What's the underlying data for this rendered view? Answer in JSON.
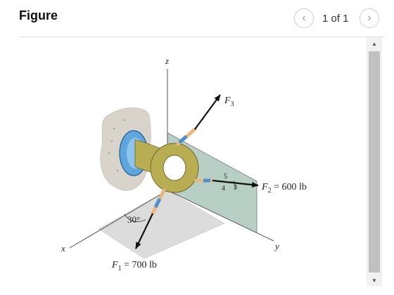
{
  "header": {
    "title": "Figure",
    "page_indicator": "1 of 1",
    "prev_icon": "‹",
    "next_icon": "›"
  },
  "scrollbar": {
    "up_icon": "▲",
    "down_icon": "▼"
  },
  "figure": {
    "axis_z": "z",
    "axis_x": "x",
    "axis_y": "y",
    "angle": "30°",
    "f1_label": "F",
    "f1_sub": "1",
    "f1_value": " = 700 lb",
    "f2_label": "F",
    "f2_sub": "2",
    "f2_value": " = 600 lb",
    "f3_label": "F",
    "f3_sub": "3",
    "tri_hyp": "5",
    "tri_a": "4",
    "tri_b": "3",
    "colors": {
      "plane_gray": "#dcdcdc",
      "plane_green": "#9fbfb0",
      "ring": "#b8ad52",
      "wall": "#d8d4cc",
      "plate": "#5fa6dc"
    }
  }
}
